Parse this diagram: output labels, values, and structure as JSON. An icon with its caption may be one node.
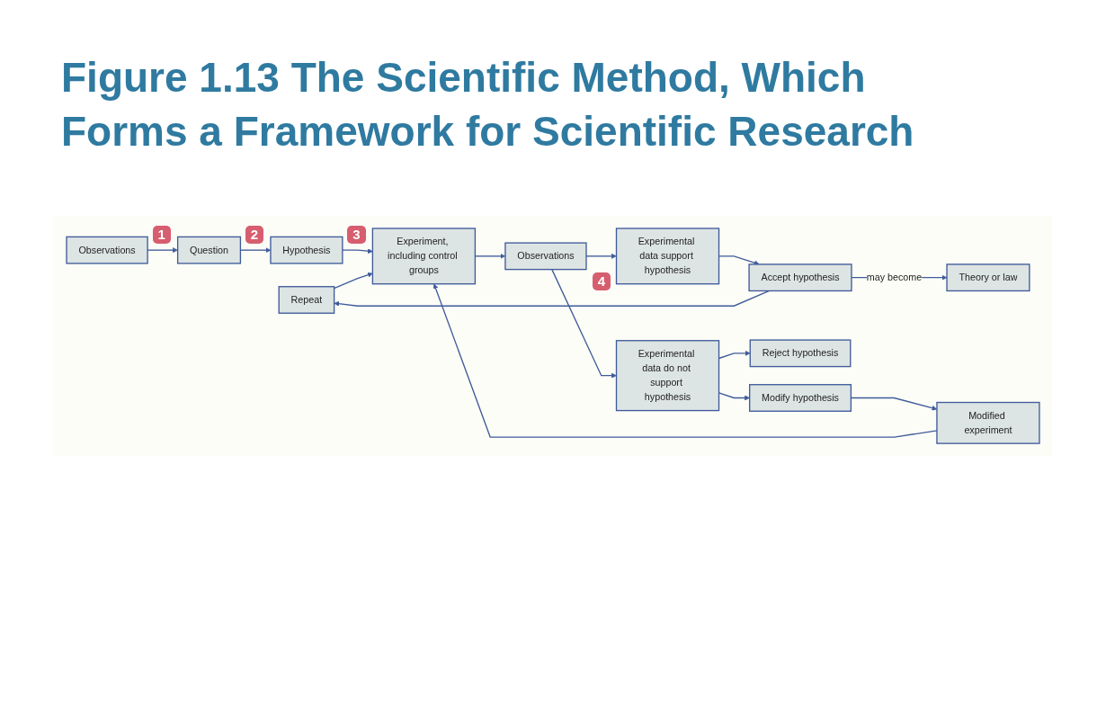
{
  "diagram": {
    "title": "Figure 1.13 The Scientific Method, Which Forms a Framework for Scientific Research",
    "nodes": [
      {
        "text": [
          "Observations"
        ]
      },
      {
        "text": [
          "Question"
        ]
      },
      {
        "text": [
          "Hypothesis"
        ]
      },
      {
        "text": [
          "Repeat"
        ]
      },
      {
        "text": [
          "Experiment, including control groups"
        ]
      },
      {
        "text": [
          "Modified experiment"
        ]
      },
      {
        "text": [
          "Observations"
        ]
      },
      {
        "text": [
          "Experimental data support hypothesis"
        ]
      },
      {
        "text": [
          "Experimental data do not support hypothesis"
        ]
      },
      {
        "text": [
          "Accept hypothesis"
        ]
      },
      {
        "text": [
          "Reject hypothesis"
        ]
      },
      {
        "text": [
          "Modify hypothesis"
        ]
      },
      {
        "text": [
          "Theory or law"
        ]
      }
    ],
    "edges": [
      {
        "from": 0,
        "to": 1,
        "arrow": "to"
      },
      {
        "from": 1,
        "to": 2,
        "arrow": "to"
      },
      {
        "from": 2,
        "to": 4,
        "arrow": "to"
      },
      {
        "from": 3,
        "to": 4,
        "arrow": "to"
      },
      {
        "from": 5,
        "to": 4,
        "arrow": "to"
      },
      {
        "from": 4,
        "to": 6,
        "arrow": "to"
      },
      {
        "from": 6,
        "to": 7,
        "arrow": "to"
      },
      {
        "from": 6,
        "to": 8,
        "arrow": "to"
      },
      {
        "from": 7,
        "to": 9,
        "arrow": "to"
      },
      {
        "from": 9,
        "to": 12,
        "arrow": "to",
        "label": "may become"
      },
      {
        "from": 8,
        "to": 10,
        "arrow": "to"
      },
      {
        "from": 8,
        "to": 11,
        "arrow": "to"
      },
      {
        "from": 9,
        "to": 3,
        "arrow": "to"
      },
      {
        "from": 11,
        "to": 5,
        "arrow": "to"
      }
    ],
    "labels": [
      "1",
      "2",
      "3",
      "4"
    ]
  }
}
